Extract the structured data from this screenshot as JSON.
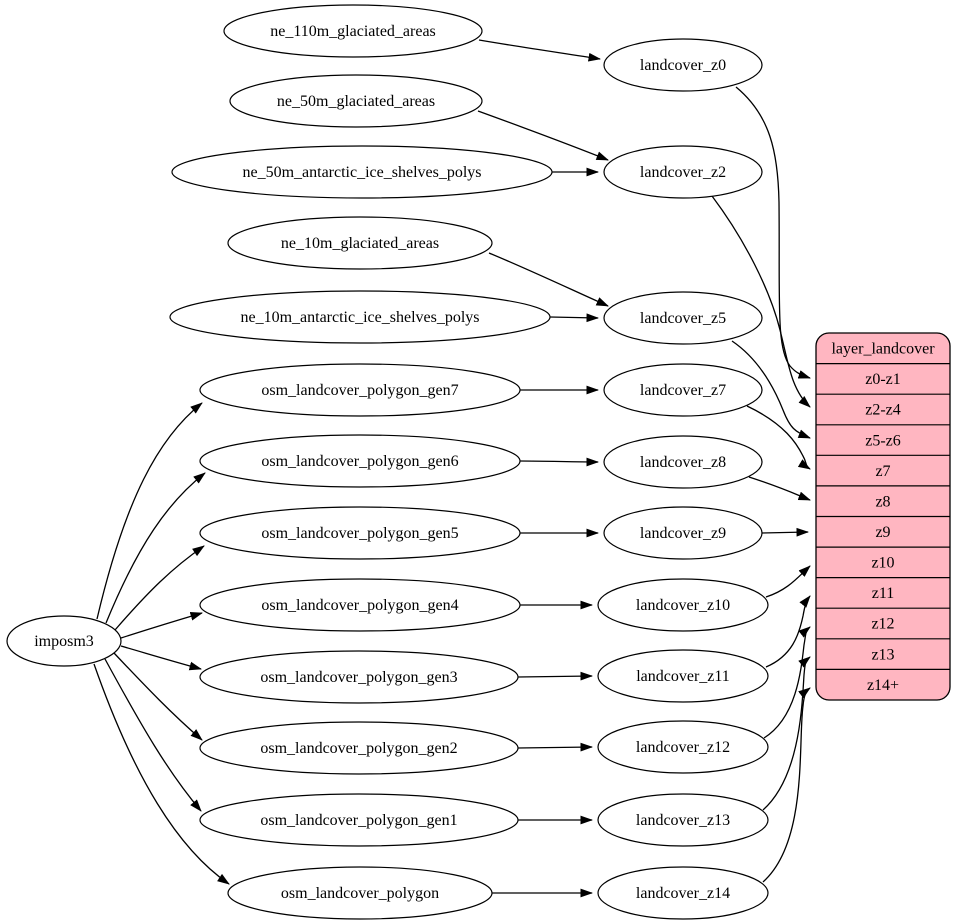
{
  "diagram": {
    "kind": "etl-dependency-graph",
    "colors": {
      "table_fill": "#ffb6c1",
      "node_fill": "#ffffff",
      "stroke": "#000000"
    },
    "nodes": {
      "imposm3": {
        "label": "imposm3"
      },
      "sources": [
        {
          "label": "ne_110m_glaciated_areas"
        },
        {
          "label": "ne_50m_glaciated_areas"
        },
        {
          "label": "ne_50m_antarctic_ice_shelves_polys"
        },
        {
          "label": "ne_10m_glaciated_areas"
        },
        {
          "label": "ne_10m_antarctic_ice_shelves_polys"
        },
        {
          "label": "osm_landcover_polygon_gen7"
        },
        {
          "label": "osm_landcover_polygon_gen6"
        },
        {
          "label": "osm_landcover_polygon_gen5"
        },
        {
          "label": "osm_landcover_polygon_gen4"
        },
        {
          "label": "osm_landcover_polygon_gen3"
        },
        {
          "label": "osm_landcover_polygon_gen2"
        },
        {
          "label": "osm_landcover_polygon_gen1"
        },
        {
          "label": "osm_landcover_polygon"
        }
      ],
      "stages": [
        {
          "label": "landcover_z0"
        },
        {
          "label": "landcover_z2"
        },
        {
          "label": "landcover_z5"
        },
        {
          "label": "landcover_z7"
        },
        {
          "label": "landcover_z8"
        },
        {
          "label": "landcover_z9"
        },
        {
          "label": "landcover_z10"
        },
        {
          "label": "landcover_z11"
        },
        {
          "label": "landcover_z12"
        },
        {
          "label": "landcover_z13"
        },
        {
          "label": "landcover_z14"
        }
      ],
      "table": {
        "header": "layer_landcover",
        "rows": [
          "z0-z1",
          "z2-z4",
          "z5-z6",
          "z7",
          "z8",
          "z9",
          "z10",
          "z11",
          "z12",
          "z13",
          "z14+"
        ]
      }
    },
    "edges": [
      {
        "from": "imposm3",
        "to": "osm_landcover_polygon_gen7"
      },
      {
        "from": "imposm3",
        "to": "osm_landcover_polygon_gen6"
      },
      {
        "from": "imposm3",
        "to": "osm_landcover_polygon_gen5"
      },
      {
        "from": "imposm3",
        "to": "osm_landcover_polygon_gen4"
      },
      {
        "from": "imposm3",
        "to": "osm_landcover_polygon_gen3"
      },
      {
        "from": "imposm3",
        "to": "osm_landcover_polygon_gen2"
      },
      {
        "from": "imposm3",
        "to": "osm_landcover_polygon_gen1"
      },
      {
        "from": "imposm3",
        "to": "osm_landcover_polygon"
      },
      {
        "from": "ne_110m_glaciated_areas",
        "to": "landcover_z0"
      },
      {
        "from": "ne_50m_glaciated_areas",
        "to": "landcover_z2"
      },
      {
        "from": "ne_50m_antarctic_ice_shelves_polys",
        "to": "landcover_z2"
      },
      {
        "from": "ne_10m_glaciated_areas",
        "to": "landcover_z5"
      },
      {
        "from": "ne_10m_antarctic_ice_shelves_polys",
        "to": "landcover_z5"
      },
      {
        "from": "osm_landcover_polygon_gen7",
        "to": "landcover_z7"
      },
      {
        "from": "osm_landcover_polygon_gen6",
        "to": "landcover_z8"
      },
      {
        "from": "osm_landcover_polygon_gen5",
        "to": "landcover_z9"
      },
      {
        "from": "osm_landcover_polygon_gen4",
        "to": "landcover_z10"
      },
      {
        "from": "osm_landcover_polygon_gen3",
        "to": "landcover_z11"
      },
      {
        "from": "osm_landcover_polygon_gen2",
        "to": "landcover_z12"
      },
      {
        "from": "osm_landcover_polygon_gen1",
        "to": "landcover_z13"
      },
      {
        "from": "osm_landcover_polygon",
        "to": "landcover_z14"
      },
      {
        "from": "landcover_z0",
        "to": "layer_landcover.z0-z1"
      },
      {
        "from": "landcover_z2",
        "to": "layer_landcover.z2-z4"
      },
      {
        "from": "landcover_z5",
        "to": "layer_landcover.z5-z6"
      },
      {
        "from": "landcover_z7",
        "to": "layer_landcover.z7"
      },
      {
        "from": "landcover_z8",
        "to": "layer_landcover.z8"
      },
      {
        "from": "landcover_z9",
        "to": "layer_landcover.z9"
      },
      {
        "from": "landcover_z10",
        "to": "layer_landcover.z10"
      },
      {
        "from": "landcover_z11",
        "to": "layer_landcover.z11"
      },
      {
        "from": "landcover_z12",
        "to": "layer_landcover.z12"
      },
      {
        "from": "landcover_z13",
        "to": "layer_landcover.z13"
      },
      {
        "from": "landcover_z14",
        "to": "layer_landcover.z14+"
      }
    ]
  }
}
